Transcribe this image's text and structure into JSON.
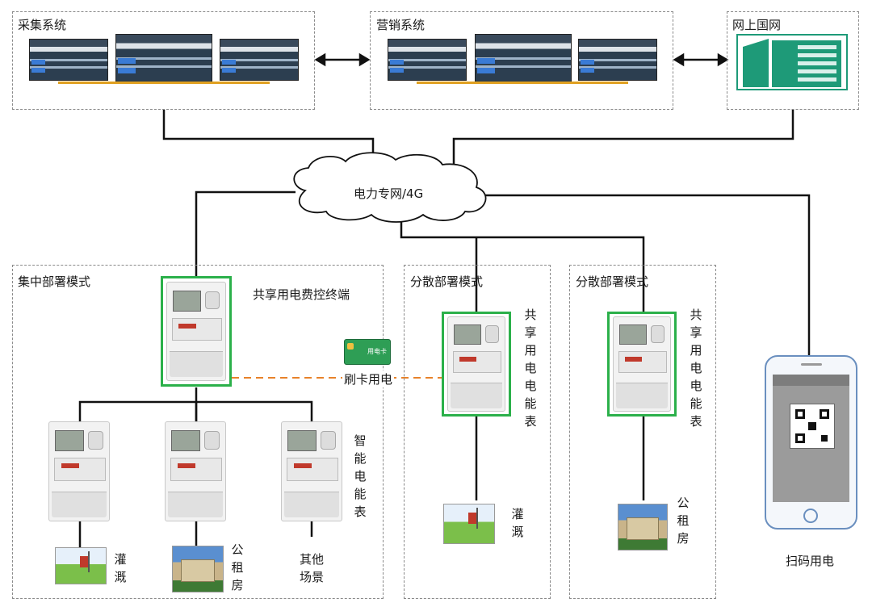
{
  "systems": {
    "collection": "采集系统",
    "marketing": "营销系统",
    "online": "网上国网"
  },
  "network": "电力专网/4G",
  "centralized": {
    "title": "集中部署模式",
    "terminal_label": "共享用电费控终端",
    "smart_meter_label": "智能电能表",
    "card_label": "刷卡用电",
    "card_text": "用电卡",
    "scenes": [
      "灌溉",
      "公租房",
      "其他场景"
    ]
  },
  "distributed_1": {
    "title": "分散部署模式",
    "meter_label": "共享用电电能表",
    "scene": "灌溉"
  },
  "distributed_2": {
    "title": "分散部署模式",
    "meter_label": "共享用电电能表",
    "scene": "公租房"
  },
  "scan": {
    "label": "扫码用电"
  },
  "colors": {
    "accent_green": "#2bb04a",
    "card_line_orange": "#e8822a",
    "online_grid_green": "#1e9a78"
  }
}
